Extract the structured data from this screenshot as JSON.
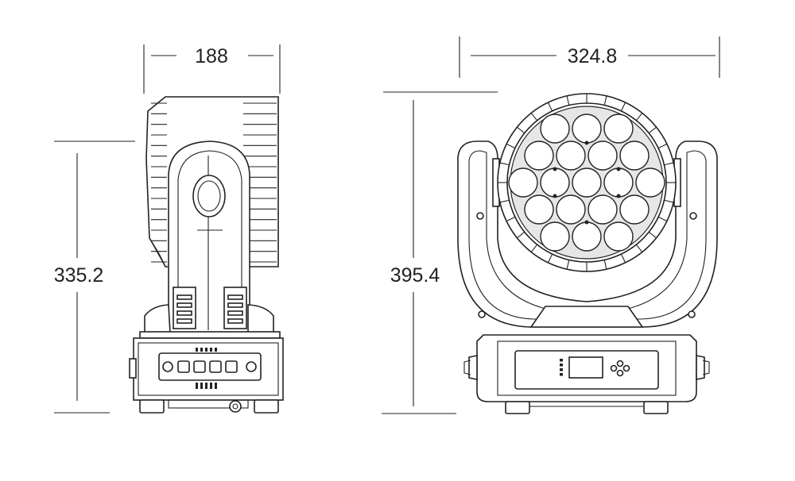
{
  "dimensions": {
    "side_width": "188",
    "side_height": "335.2",
    "front_width": "324.8",
    "front_height": "395.4"
  },
  "colors": {
    "line": "#222222",
    "background": "#ffffff",
    "fill_light": "#e6e6e6"
  },
  "views": {
    "side": {
      "fins": 16
    },
    "front": {
      "led_count": 19,
      "display_indicator_count": 4
    }
  }
}
